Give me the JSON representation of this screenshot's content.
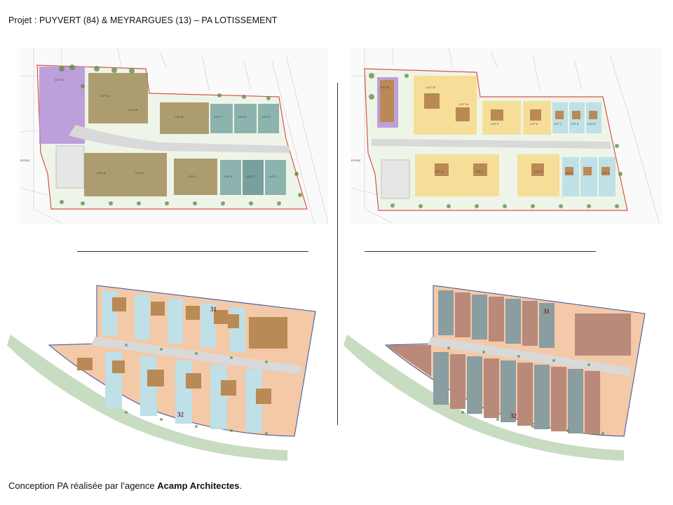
{
  "header": {
    "title": "Projet : PUYVERT (84) & MEYRARGUES (13) – PA LOTISSEMENT"
  },
  "footer": {
    "prefix": "Conception PA réalisée par l’agence ",
    "agency": "Acamp Architectes",
    "suffix": "."
  },
  "plans": {
    "top_left": {
      "school_label": "ECOLE",
      "lots": [
        "LOT 11",
        "LOT 12",
        "LOT 10",
        "LOT 8",
        "LOT 7",
        "LOT 6",
        "LOT 5",
        "LOT 11",
        "LOT 9",
        "LOT 4",
        "LOT 3",
        "LOT 2",
        "LOT 1"
      ]
    },
    "top_right": {
      "school_label": "ECOLE",
      "lots": [
        "LOT 13",
        "LOT 12",
        "LOT 10",
        "LOT 9",
        "LOT 8",
        "LOT 7",
        "LOT 6",
        "LOT 5",
        "LOT 11",
        "LOT 4",
        "LOT 3",
        "LOT 2",
        "LOT 1"
      ]
    },
    "bottom_left": {
      "parcel_top": "31",
      "parcel_bottom": "32"
    },
    "bottom_right": {
      "parcel_top": "31",
      "parcel_bottom": "32"
    }
  },
  "colors": {
    "purple": "#b48fd6",
    "olive": "#a08c5a",
    "teal": "#7aa7a3",
    "peach": "#f3c9a8",
    "yellow": "#f7dc8f",
    "lightblue": "#bfe0e6",
    "brown": "#b98a55",
    "road": "#d9d9d9",
    "green": "#5d8a4a"
  }
}
